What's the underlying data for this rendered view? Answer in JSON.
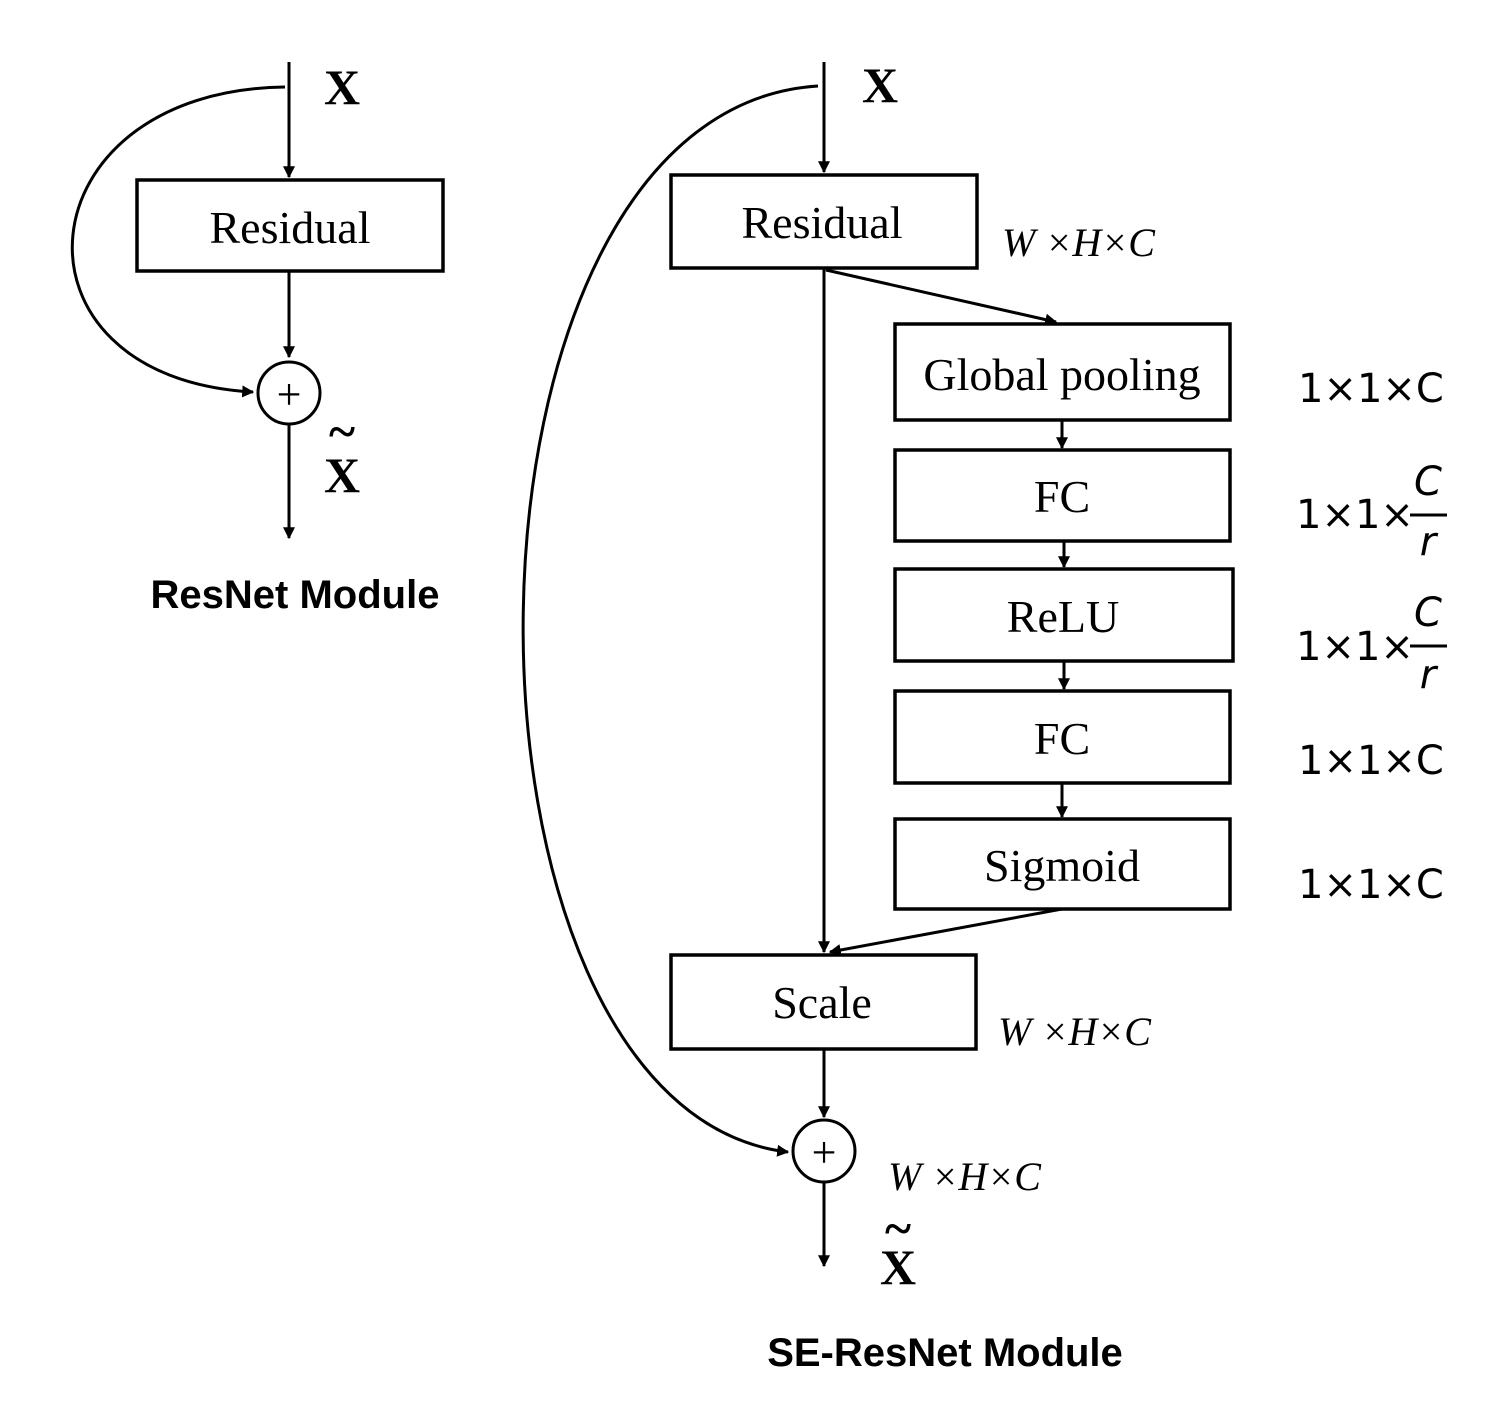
{
  "resnet": {
    "input_label": "X",
    "residual_label": "Residual",
    "output_label": "X",
    "output_tilde": "~",
    "caption": "ResNet Module"
  },
  "se_resnet": {
    "input_label": "X",
    "residual_label": "Residual",
    "global_pooling_label": "Global pooling",
    "fc1_label": "FC",
    "relu_label": "ReLU",
    "fc2_label": "FC",
    "sigmoid_label": "Sigmoid",
    "scale_label": "Scale",
    "output_label": "X",
    "output_tilde": "~",
    "caption": "SE-ResNet Module",
    "dims": {
      "residual": "W ×H×C",
      "global_pooling": "1×1×C",
      "fc1": {
        "prefix": "1×1×",
        "numerator": "C",
        "denominator": "r"
      },
      "relu": {
        "prefix": "1×1×",
        "numerator": "C",
        "denominator": "r"
      },
      "fc2": "1×1×C",
      "sigmoid": "1×1×C",
      "scale": "W ×H×C",
      "sum": "W ×H×C"
    }
  }
}
